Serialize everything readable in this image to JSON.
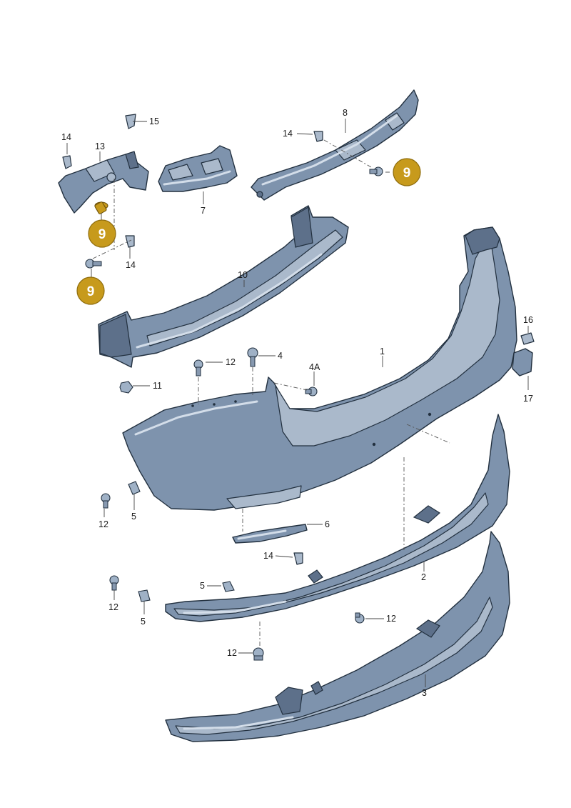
{
  "labels": {
    "l1": "1",
    "l2": "2",
    "l3": "3",
    "l4": "4",
    "l4a": "4A",
    "l5a": "5",
    "l5b": "5",
    "l5c": "5",
    "l6": "6",
    "l7": "7",
    "l8": "8",
    "l10": "10",
    "l11": "11",
    "l12a": "12",
    "l12b": "12",
    "l12c": "12",
    "l12d": "12",
    "l12e": "12",
    "l13": "13",
    "l14a": "14",
    "l14b": "14",
    "l14c": "14",
    "l14d": "14",
    "l15": "15",
    "l16": "16",
    "l17": "17"
  },
  "highlight": {
    "number": "9",
    "color": "#c79a1c"
  }
}
